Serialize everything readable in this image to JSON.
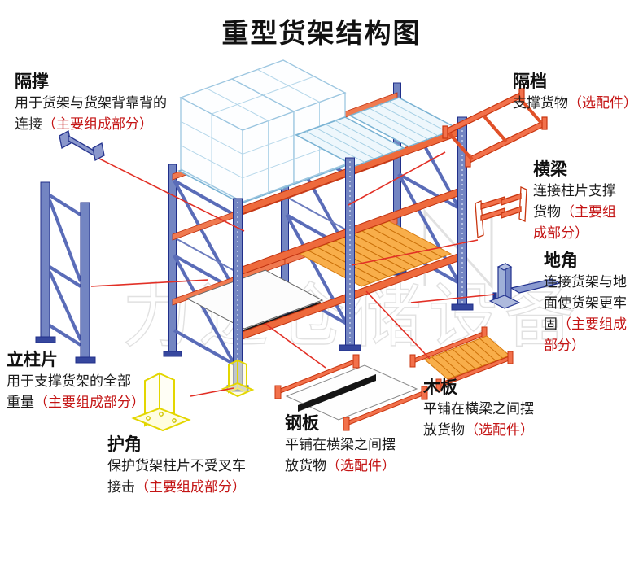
{
  "title": "重型货架结构图",
  "watermark": {
    "text": "力进仓储设备"
  },
  "colors": {
    "red_text": "#c41414",
    "leader_line": "#e23026",
    "beam_orange": "#ee6a3c",
    "post_blue": "#7385c2",
    "brace_blue": "#5a6cb8",
    "pallet_blue": "#79b2d3",
    "wood_deck": "#f8ae4a",
    "steel_plate": "#161616",
    "guard_yellow": "#e3d600",
    "watermark_gray": "#dcdcdc"
  },
  "labels": [
    {
      "id": "gecheng",
      "heading": "隔撑",
      "lines": [
        [
          {
            "t": "用于货架与货架背靠背的"
          }
        ],
        [
          {
            "t": "连接"
          },
          {
            "t": "（主要组成部分）",
            "red": true
          }
        ]
      ]
    },
    {
      "id": "gedang",
      "heading": "隔档",
      "lines": [
        [
          {
            "t": "支撑货物"
          },
          {
            "t": "（选配件）",
            "red": true
          }
        ]
      ]
    },
    {
      "id": "hengliang",
      "heading": "横梁",
      "lines": [
        [
          {
            "t": "连接柱片支撑"
          }
        ],
        [
          {
            "t": "货物"
          },
          {
            "t": "（主要组",
            "red": true
          }
        ],
        [
          {
            "t": "成部分）",
            "red": true
          }
        ]
      ]
    },
    {
      "id": "dijiao",
      "heading": "地角",
      "lines": [
        [
          {
            "t": "连接货架与地"
          }
        ],
        [
          {
            "t": "面使货架更牢"
          }
        ],
        [
          {
            "t": "固"
          },
          {
            "t": "（主要组成",
            "red": true
          }
        ],
        [
          {
            "t": "部分）",
            "red": true
          }
        ]
      ]
    },
    {
      "id": "muban",
      "heading": "木板",
      "lines": [
        [
          {
            "t": "平铺在横梁之间摆"
          }
        ],
        [
          {
            "t": "放货物"
          },
          {
            "t": "（选配件）",
            "red": true
          }
        ]
      ]
    },
    {
      "id": "gangban",
      "heading": "钢板",
      "lines": [
        [
          {
            "t": "平铺在横梁之间摆"
          }
        ],
        [
          {
            "t": "放货物"
          },
          {
            "t": "（选配件）",
            "red": true
          }
        ]
      ]
    },
    {
      "id": "lizhupian",
      "heading": "立柱片",
      "lines": [
        [
          {
            "t": "用于支撑货架的全部"
          }
        ],
        [
          {
            "t": "重量"
          },
          {
            "t": "（主要组成部分）",
            "red": true
          }
        ]
      ]
    },
    {
      "id": "hujiao",
      "heading": "护角",
      "lines": [
        [
          {
            "t": "保护货架柱片不受叉车"
          }
        ],
        [
          {
            "t": "接击"
          },
          {
            "t": "（主要组成部分）",
            "red": true
          }
        ]
      ]
    }
  ]
}
